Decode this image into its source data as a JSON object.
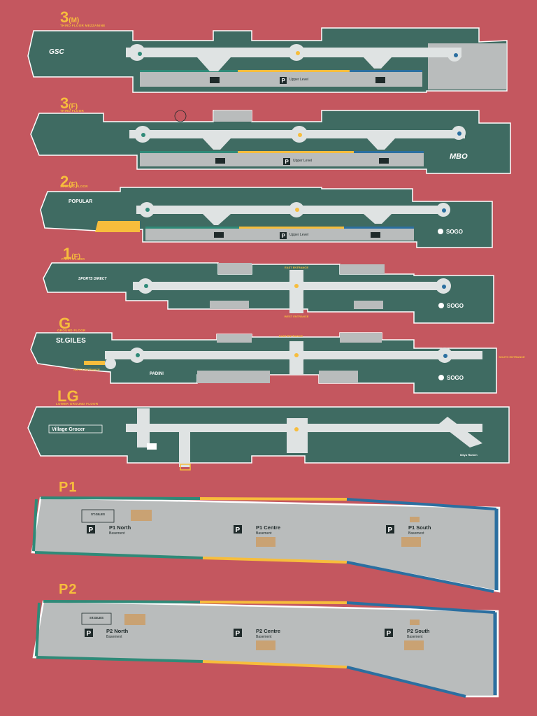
{
  "colors": {
    "background": "#c4575f",
    "shop": "#3f6b62",
    "mall_walkway": "#dfe3e3",
    "carpark": "#b9bcbc",
    "accent_yellow": "#f7bd3c",
    "accent_blue": "#2b6fa0",
    "accent_green": "#2f8a78",
    "facility_tan": "#c9a273"
  },
  "floors": [
    {
      "id": "3m",
      "level": "3",
      "suffix": "(M)",
      "subtitle": "THIRD FLOOR MEZZANINE",
      "anchors": [
        "GSC"
      ],
      "parking": "Upper Level"
    },
    {
      "id": "3f",
      "level": "3",
      "suffix": "(F)",
      "subtitle": "THIRD FLOOR",
      "anchors": [
        "MBO"
      ],
      "parking": "Upper Level"
    },
    {
      "id": "2f",
      "level": "2",
      "suffix": "(F)",
      "subtitle": "SECOND FLOOR",
      "anchors": [
        "POPULAR",
        "SOGO"
      ],
      "parking": "Upper Level"
    },
    {
      "id": "1f",
      "level": "1",
      "suffix": "(F)",
      "subtitle": "FIRST FLOOR",
      "anchors": [
        "SPORTS DIRECT",
        "SOGO"
      ],
      "entrances": [
        "EAST ENTRANCE",
        "WEST ENTRANCE"
      ]
    },
    {
      "id": "g",
      "level": "G",
      "suffix": "",
      "subtitle": "GROUND FLOOR",
      "anchors": [
        "St.GILES",
        "PADINI",
        "SOGO"
      ],
      "entrances": [
        "EAST ENTRANCE",
        "NORTH ENTRANCE",
        "SOUTH ENTRANCE"
      ]
    },
    {
      "id": "lg",
      "level": "LG",
      "suffix": "",
      "subtitle": "LOWER GROUND FLOOR",
      "anchors": [
        "Village Grocer",
        "Ikkyu Ramen"
      ]
    }
  ],
  "parking_levels": [
    {
      "id": "p1",
      "label": "P1",
      "zones": [
        {
          "name": "P1 North",
          "sub": "Basement"
        },
        {
          "name": "P1 Centre",
          "sub": "Basement"
        },
        {
          "name": "P1 South",
          "sub": "Basement"
        }
      ]
    },
    {
      "id": "p2",
      "label": "P2",
      "zones": [
        {
          "name": "P2 North",
          "sub": "Basement"
        },
        {
          "name": "P2 Centre",
          "sub": "Basement"
        },
        {
          "name": "P2 South",
          "sub": "Basement"
        }
      ]
    }
  ],
  "parking_letter": "P",
  "st_giles_mark": "ST.GILES"
}
